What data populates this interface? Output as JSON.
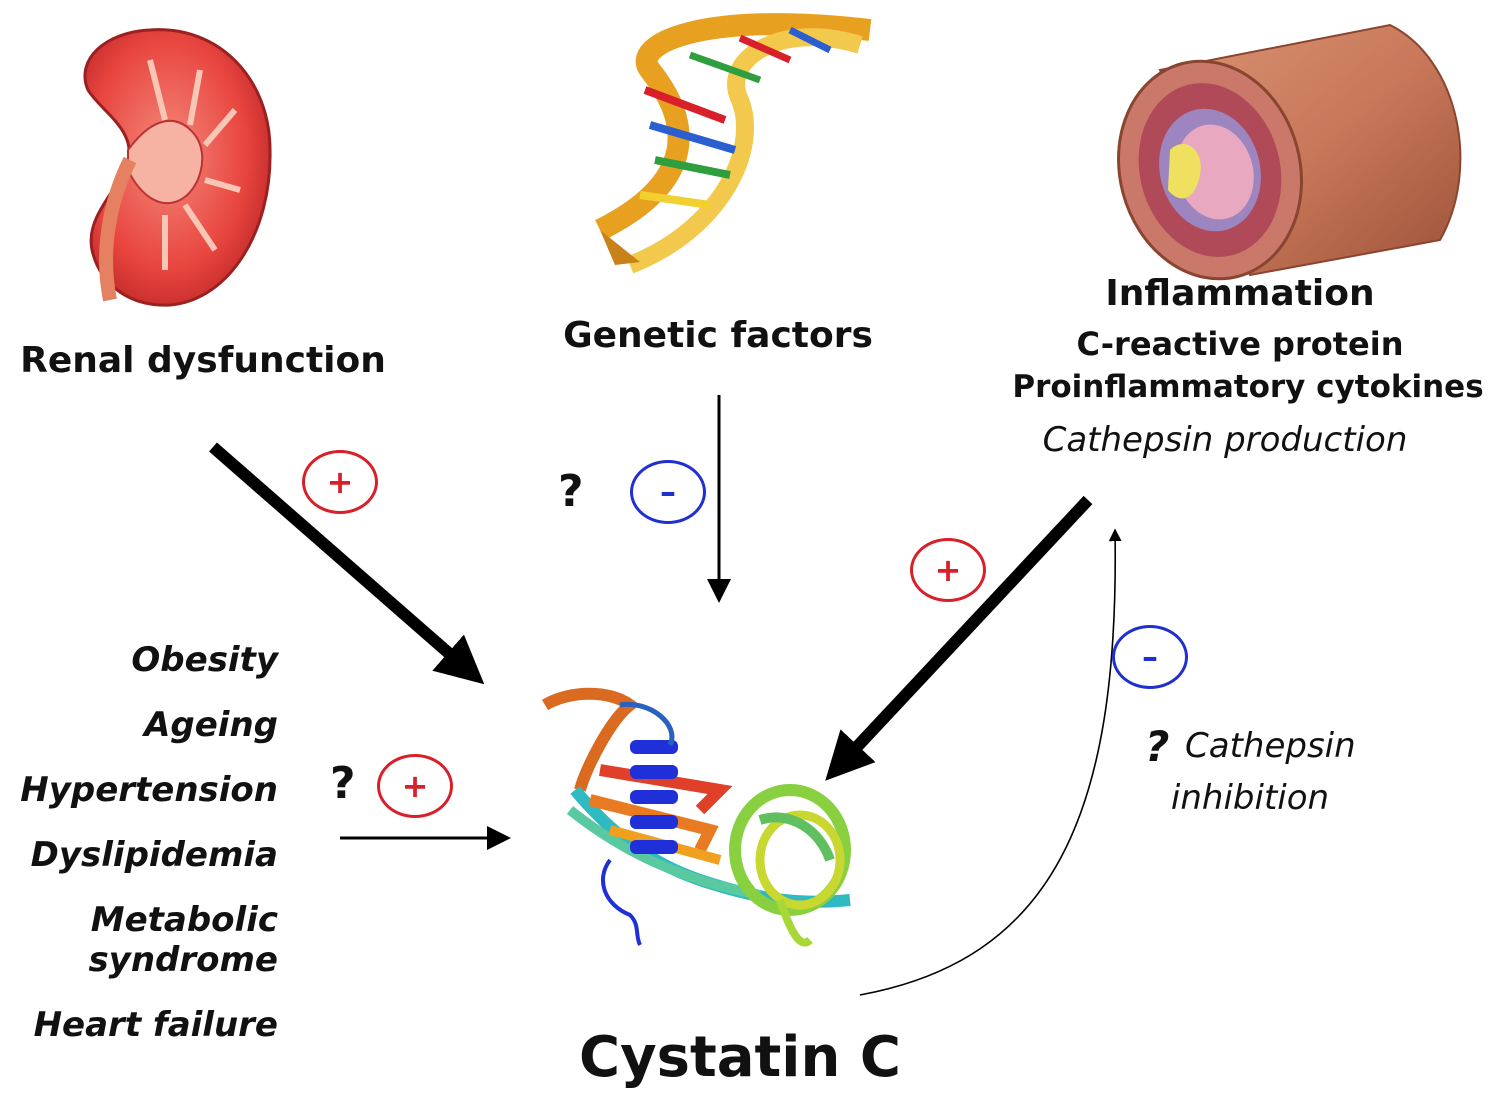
{
  "nodes": {
    "renal": {
      "label": "Renal dysfunction"
    },
    "genetic": {
      "label": "Genetic factors"
    },
    "inflammation": {
      "title": "Inflammation",
      "crp": "C-reactive protein",
      "cytokines": "Proinflammatory cytokines",
      "cathepsin_production": "Cathepsin production"
    },
    "risk_factors": {
      "obesity": "Obesity",
      "ageing": "Ageing",
      "hypertension": "Hypertension",
      "dyslipidemia": "Dyslipidemia",
      "metabolic_1": "Metabolic",
      "metabolic_2": "syndrome",
      "heart_failure": "Heart failure"
    },
    "cystatin": {
      "label": "Cystatin C"
    },
    "inhibition": {
      "q": "?",
      "line1": "Cathepsin",
      "line2": "inhibition"
    }
  },
  "signs": {
    "renal": "+",
    "genetic": "–",
    "inflammation": "+",
    "risk": "+",
    "inhibition": "–"
  },
  "uncertain": {
    "genetic": "?",
    "risk": "?"
  },
  "colors": {
    "plus": "#d8202a",
    "minus": "#2030d0",
    "arrow": "#000000"
  },
  "icons": {
    "renal": "kidney-icon",
    "genetic": "dna-helix-icon",
    "inflammation": "artery-cross-section-icon",
    "cystatin": "protein-ribbon-icon"
  }
}
